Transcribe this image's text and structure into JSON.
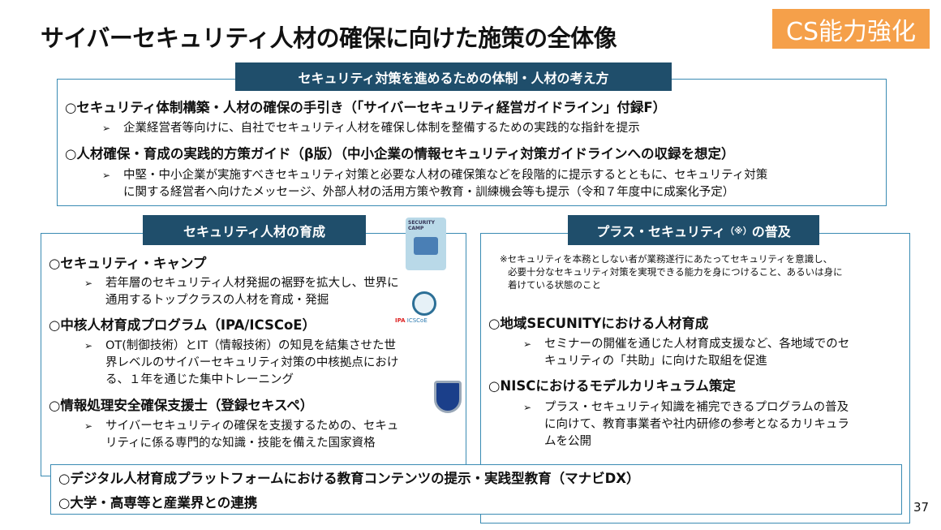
{
  "title": "サイバーセキュリティ人材の確保に向けた施策の全体像",
  "badge": "CS能力強化",
  "top": {
    "tab": "セキュリティ対策を進めるための体制・人材の考え方",
    "items": [
      {
        "heading": "○セキュリティ体制構築・人材の確保の手引き（「サイバーセキュリティ経営ガイドライン」付録F）",
        "bullet": "企業経営者等向けに、自社でセキュリティ人材を確保し体制を整備するための実践的な指針を提示"
      },
      {
        "heading": "○人材確保・育成の実践的方策ガイド（β版）（中小企業の情報セキュリティ対策ガイドラインへの収録を想定）",
        "bullet1": "中堅・中小企業が実施すべきセキュリティ対策と必要な人材の確保策などを段階的に提示するとともに、セキュリティ対策",
        "bullet2": "に関する経営者へ向けたメッセージ、外部人材の活用方策や教育・訓練機会等も提示（令和７年度中に成案化予定）"
      }
    ]
  },
  "left": {
    "tab": "セキュリティ人材の育成",
    "items": [
      {
        "heading": "○セキュリティ・キャンプ",
        "lines": [
          "若年層のセキュリティ人材発掘の裾野を拡大し、世界に",
          "通用するトップクラスの人材を育成・発掘"
        ]
      },
      {
        "heading": "○中核人材育成プログラム（IPA/ICSCoE）",
        "lines": [
          "OT(制御技術）とIT（情報技術）の知見を結集させた世",
          "界レベルのサイバーセキュリティ対策の中核拠点におけ",
          "る、１年を通じた集中トレーニング"
        ]
      },
      {
        "heading": "○情報処理安全確保支援士（登録セキスペ）",
        "lines": [
          "サイバーセキュリティの確保を支援するための、セキュ",
          "リティに係る専門的な知識・技能を備えた国家資格"
        ]
      }
    ],
    "logos": {
      "camp": "SECURITY CAMP",
      "ipa": "IPA",
      "icscoe": "ICSCoE"
    }
  },
  "right": {
    "tab_main": "プラス・セキュリティ",
    "tab_note": "（※）",
    "tab_end": "の普及",
    "note": [
      "※セキュリティを本務としない者が業務遂行にあたってセキュリティを意識し、",
      "必要十分なセキュリティ対策を実現できる能力を身につけること、あるいは身に",
      "着けている状態のこと"
    ],
    "items": [
      {
        "heading": "○地域SECUNITYにおける人材育成",
        "lines": [
          "セミナーの開催を通じた人材育成支援など、各地域でのセ",
          "キュリティの「共助」に向けた取組を促進"
        ]
      },
      {
        "heading": "○NISCにおけるモデルカリキュラム策定",
        "lines": [
          "プラス・セキュリティ知識を補完できるプログラムの普及",
          "に向けて、教育事業者や社内研修の参考となるカリキュラ",
          "ムを公開"
        ]
      }
    ]
  },
  "bottom": [
    "○デジタル人材育成プラットフォームにおける教育コンテンツの提示・実践型教育（マナビDX）",
    "○大学・高専等と産業界との連携"
  ],
  "page_number": "37",
  "arrow": "➢"
}
